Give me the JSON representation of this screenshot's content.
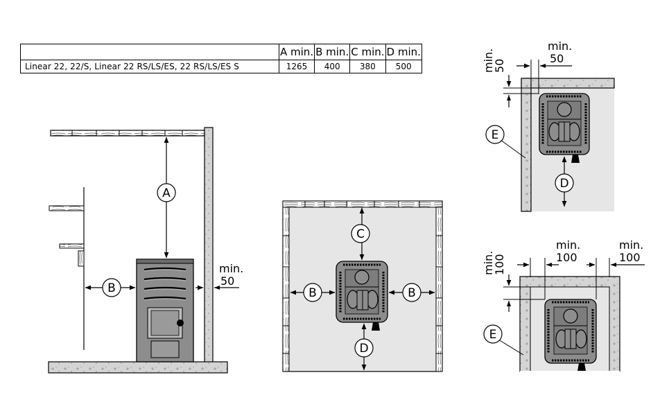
{
  "table": {
    "headers": [
      "",
      "A min.",
      "B min.",
      "C min.",
      "D min."
    ],
    "rows": [
      {
        "model": "Linear 22, 22/S, Linear 22 RS/LS/ES, 22 RS/LS/ES S",
        "a": "1265",
        "b": "400",
        "c": "380",
        "d": "500"
      }
    ]
  },
  "labels": {
    "A": "A",
    "B": "B",
    "C": "C",
    "D": "D",
    "E": "E",
    "min": "min.",
    "v50": "50",
    "v100": "100"
  },
  "colors": {
    "floor": "#d4d4d4",
    "wall": "#bdbdbd",
    "room": "#e6e6e6",
    "heater": "#8d8d8d",
    "heater_dark": "#6d6d6d",
    "line": "#000000"
  }
}
